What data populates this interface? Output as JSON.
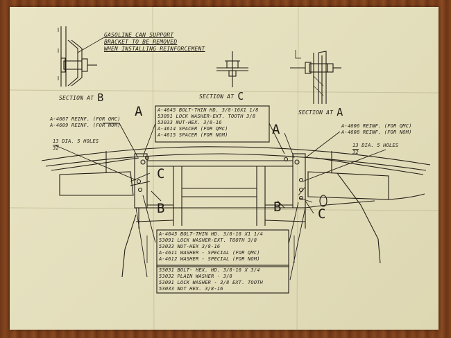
{
  "sections": {
    "b": {
      "label": "SECTION AT",
      "letter": "B"
    },
    "c": {
      "label": "SECTION AT",
      "letter": "C"
    },
    "a": {
      "label": "SECTION AT",
      "letter": "A"
    }
  },
  "bracket_note": [
    "GASOLINE CAN SUPPORT",
    "BRACKET TO BE REMOVED",
    "WHEN INSTALLING REINFORCEMENT"
  ],
  "upper_parts": [
    "A-4645 BOLT-THIN HD. 3/8-16X1 1/8",
    "53091 LOCK WASHER-EXT. TOOTH 3/8",
    "53033 NUT-HEX. 3/8-16",
    "A-4614 SPACER (FOR QMC)",
    "A-4615 SPACER (FOR NOM)"
  ],
  "left_reinf": [
    "A-4607 REINF. (FOR QMC)",
    "A-4609 REINF. (FOR NOM)"
  ],
  "right_reinf": [
    "A-4606 REINF. (FOR QMC)",
    "A-4608 REINF. (FOR NOM)"
  ],
  "holes_left": {
    "num": "13",
    "den": "32",
    "text": "DIA. 5 HOLES"
  },
  "holes_right": {
    "num": "13",
    "den": "32",
    "text": "DIA. 5 HOLES"
  },
  "middle_parts": [
    "A-4645 BOLT-THIN HD. 3/8-16 X1 1/4",
    "53091 LOCK WASHER-EXT. TOOTH 3/8",
    "53033 NUT-HEX 3/8-16",
    "A-4611 WASHER - SPECIAL (FOR QMC)",
    "A-4612 WASHER - SPECIAL (FOR NOM)"
  ],
  "lower_parts": [
    "53031 BOLT- HEX. HD. 3/8-16 X 3/4",
    "53032 PLAIN WASHER - 3/8",
    "53091 LOCK WASHER - 3/8 EXT. TOOTH",
    "53033 NUT HEX. 3/8-16"
  ],
  "callouts": {
    "a_left": "A",
    "a_right": "A",
    "c_left": "C",
    "c_right": "C",
    "b_left": "B",
    "b_right": "B"
  }
}
